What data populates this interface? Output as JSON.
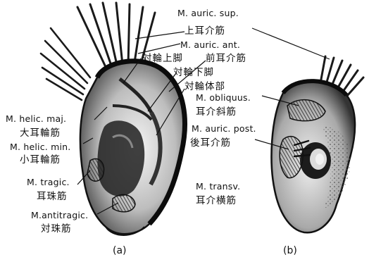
{
  "panels": {
    "a": "(a)",
    "b": "(b)"
  },
  "labels": {
    "auric_sup_lat": "M. auric. sup.",
    "auric_sup_jp": "上耳介筋",
    "auric_ant_lat": "M. auric. ant.",
    "crus_sup_jp": "対輪上脚",
    "auric_ant_jp": "前耳介筋",
    "crus_inf_jp": "対輪下脚",
    "antihelix_body_jp": "対輪体部",
    "obliquus_lat": "M. obliquus.",
    "obliquus_jp": "耳介斜筋",
    "helic_maj_lat": "M. helic. maj.",
    "helic_maj_jp": "大耳輪筋",
    "auric_post_lat": "M. auric. post.",
    "auric_post_jp": "後耳介筋",
    "helic_min_lat": "M. helic. min.",
    "helic_min_jp": "小耳輪筋",
    "tragic_lat": "M. tragic.",
    "tragic_jp": "耳珠筋",
    "transv_lat": "M. transv.",
    "transv_jp": "耳介横筋",
    "antitragic_lat": "M.antitragic.",
    "antitragic_jp": "対珠筋"
  }
}
